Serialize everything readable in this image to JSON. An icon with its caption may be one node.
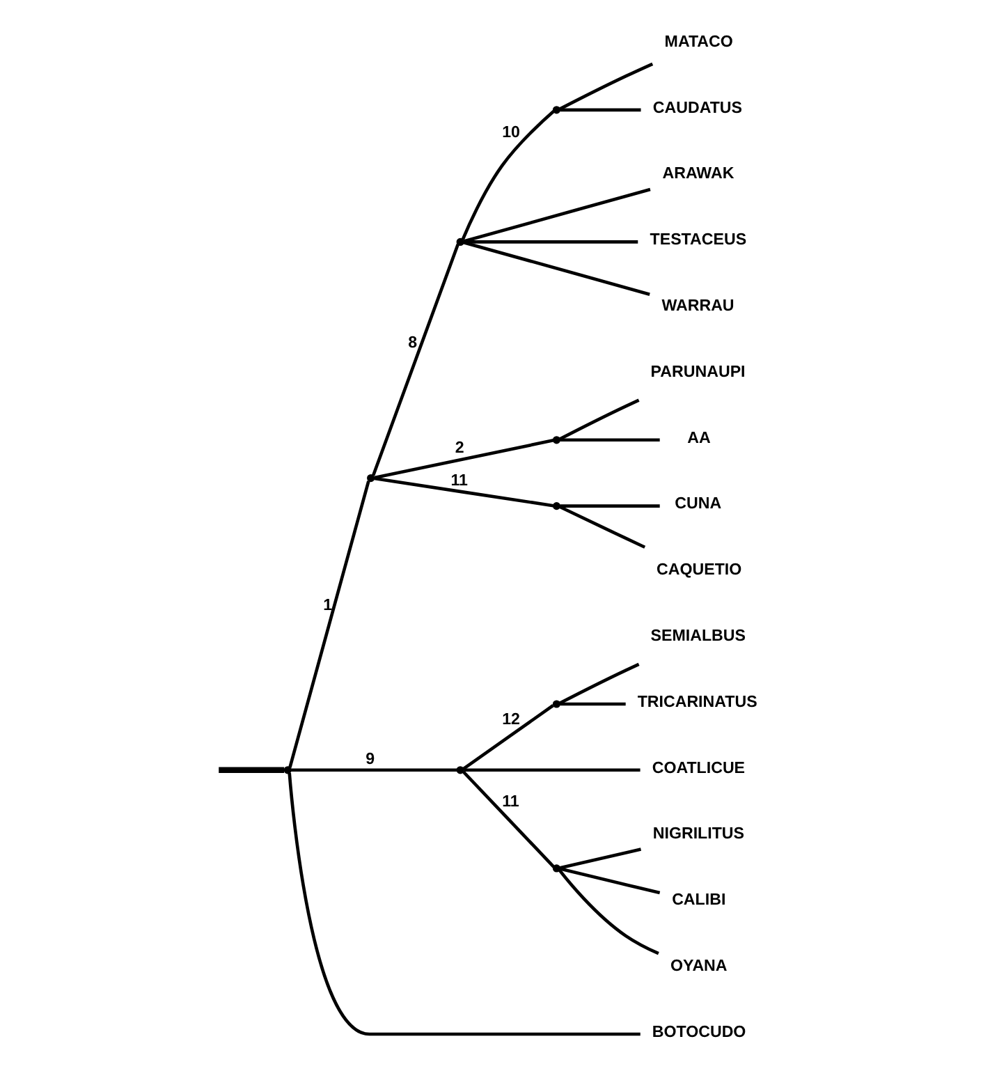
{
  "diagram": {
    "nodes": [
      {
        "text": [],
        "shape": "point"
      },
      {
        "text": [],
        "shape": "point"
      },
      {
        "text": [],
        "shape": "point"
      },
      {
        "text": [],
        "shape": "point"
      },
      {
        "text": [
          "MATACO"
        ]
      },
      {
        "text": [
          "CAUDATUS"
        ]
      },
      {
        "text": [
          "ARAWAK"
        ]
      },
      {
        "text": [
          "TESTACEUS"
        ]
      },
      {
        "text": [
          "WARRAU"
        ]
      },
      {
        "text": [],
        "shape": "point"
      },
      {
        "text": [
          "PARUNAUPI"
        ]
      },
      {
        "text": [
          "AA"
        ]
      },
      {
        "text": [],
        "shape": "point"
      },
      {
        "text": [
          "CUNA"
        ]
      },
      {
        "text": [
          "CAQUETIO"
        ]
      },
      {
        "text": [],
        "shape": "point"
      },
      {
        "text": [],
        "shape": "point"
      },
      {
        "text": [
          "SEMIALBUS"
        ]
      },
      {
        "text": [
          "TRICARINATUS"
        ]
      },
      {
        "text": [
          "COATLICUE"
        ]
      },
      {
        "text": [],
        "shape": "point"
      },
      {
        "text": [
          "NIGRILITUS"
        ]
      },
      {
        "text": [
          "CALIBI"
        ]
      },
      {
        "text": [
          "OYANA"
        ]
      },
      {
        "text": [
          "BOTOCUDO"
        ]
      }
    ],
    "edges": [
      {
        "from": null,
        "to": 0,
        "arrow": "none",
        "style": "thick"
      },
      {
        "from": 0,
        "to": 1,
        "arrow": "none",
        "label": "1"
      },
      {
        "from": 1,
        "to": 2,
        "arrow": "none",
        "label": "8"
      },
      {
        "from": 2,
        "to": 3,
        "arrow": "none",
        "label": "10"
      },
      {
        "from": 3,
        "to": 4,
        "arrow": "none"
      },
      {
        "from": 3,
        "to": 5,
        "arrow": "none"
      },
      {
        "from": 2,
        "to": 6,
        "arrow": "none"
      },
      {
        "from": 2,
        "to": 7,
        "arrow": "none"
      },
      {
        "from": 2,
        "to": 8,
        "arrow": "none"
      },
      {
        "from": 1,
        "to": 9,
        "arrow": "none",
        "label": "2"
      },
      {
        "from": 9,
        "to": 10,
        "arrow": "none"
      },
      {
        "from": 9,
        "to": 11,
        "arrow": "none"
      },
      {
        "from": 1,
        "to": 12,
        "arrow": "none",
        "label": "11"
      },
      {
        "from": 12,
        "to": 13,
        "arrow": "none"
      },
      {
        "from": 12,
        "to": 14,
        "arrow": "none"
      },
      {
        "from": 0,
        "to": 15,
        "arrow": "none",
        "label": "9"
      },
      {
        "from": 15,
        "to": 16,
        "arrow": "none",
        "label": "12"
      },
      {
        "from": 16,
        "to": 17,
        "arrow": "none"
      },
      {
        "from": 16,
        "to": 18,
        "arrow": "none"
      },
      {
        "from": 15,
        "to": 19,
        "arrow": "none"
      },
      {
        "from": 15,
        "to": 20,
        "arrow": "none",
        "label": "11"
      },
      {
        "from": 20,
        "to": 21,
        "arrow": "none"
      },
      {
        "from": 20,
        "to": 22,
        "arrow": "none"
      },
      {
        "from": 20,
        "to": 23,
        "arrow": "none"
      },
      {
        "from": 0,
        "to": 24,
        "arrow": "none"
      }
    ]
  }
}
